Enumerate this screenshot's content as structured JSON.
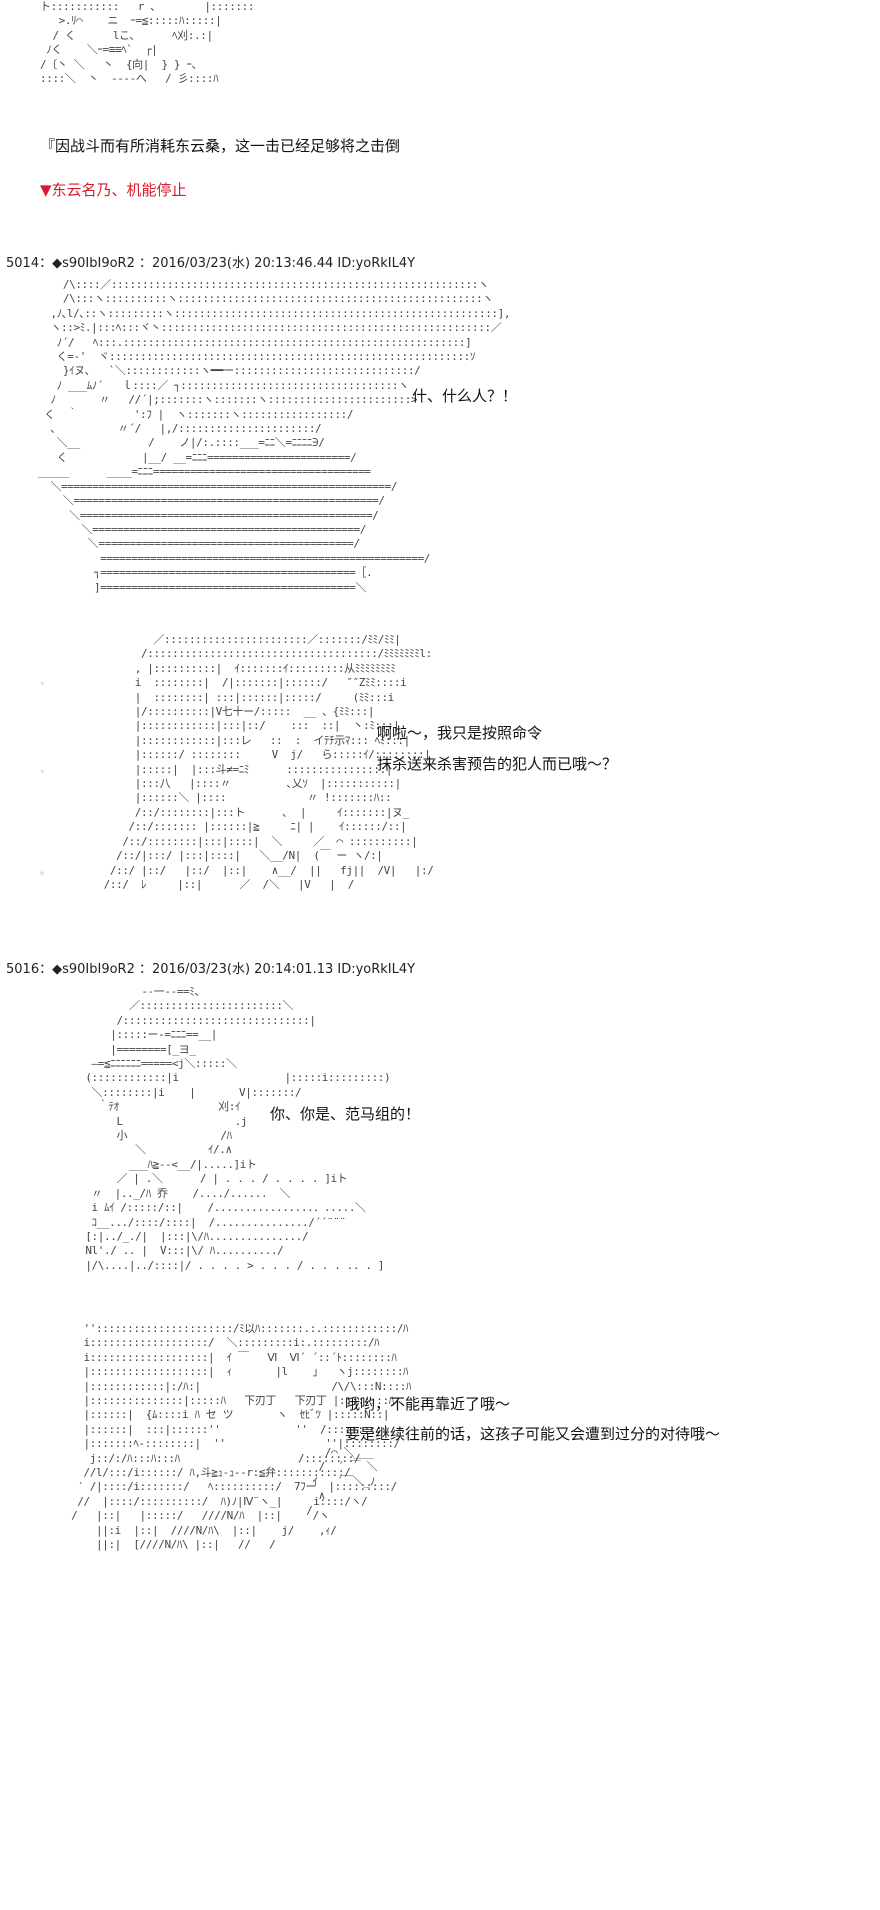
{
  "section0": {
    "art": "ト:::::::::::   r 、       |:::::::\n   >.ﾘ⌒    ニ  ｰ=≦:::::ﾊ:::::|\n  / く      lこ､      ﾍ刈:.:|\n ﾉく    ＼ｰ=≡≡ﾍ`  ┌|\n/〔丶 ＼   丶  {向|  } } ｰ、\n::::＼  丶  ‐‐‐‐へ   / 彡::::ﾊ",
    "narration": "『因战斗而有所消耗东云桑，这一击已经足够将之击倒",
    "status": "▼东云名乃、机能停止"
  },
  "post5014": {
    "header": "5014：◆s90IbI9oR2 ：2016/03/23(水) 20:13:46.44 ID:yoRkIL4Y",
    "art": "    /\\::::／:::::::::::::::::::::::::::::::::::::::::::::::::::::::::::ヽ\n    /\\:::ヽ::::::::::ヽ:::::::::::::::::::::::::::::::::::::::::::::::::ヽ\n  ,ﾉ､l/､::ヽ:::::::::ヽ::::::::::::::::::::::::::::::::::::::::::::::::::::],\n  ヽ::>ﾐ.|:::ﾍ:::ヾ丶:::::::::::::::::::::::::::::::::::::::::::::::::::::／\n   ﾉ´/   ﾍ:::.:::::::::::::::::::::::::::::::::::::::::::::::::::::::]\n   く=‐'  ヾ::::::::::::::::::::::::::::::::::::::::::::::::::::::::::ｿ\n    }ｲヌ､   `＼::::::::::::ヽ━━ー:::::::::::::::::::::::::::::/\n   ﾉ ___ﾑﾉ´   ｌ::::／ ┐:::::::::::::::::::::::::::::::::::ヽ\n  ﾉ       〃   //´|;:::::::ヽ:::::::ヽ:::::::::::::::::::::::>\n く  ｀         ':ﾌ |  ヽ:::::::ヽ:::::::::::::::::/\n  ､          〃´/   |,/::::::::::::::::::::::/\n   ＼__           /    ノ|/:.::::___=ﾆﾆ＼=ﾆﾆﾆﾆ∋/\n   く            |__/ __=ﾆﾆﾆ=======================/\n_____      ____=ﾆﾆﾆ===================================\n  ＼=====================================================/\n    ＼=================================================/\n     ＼===============================================/\n       ＼===========================================/\n        ＼=========================================/\n          ====================================================/\n         ┐=========================================［.\n         ]=========================================＼",
    "dialog": "什、什么人？！"
  },
  "art5014b": "           ／:::::::::::::::::::::::／:::::::/ﾐﾐ/ﾐﾐ|\n         /:::::::::::::::::::::::::::::::::::::/ﾐﾐﾐﾐﾐﾐﾐl:\n        , |::::::::::|  ｲ:::::::ｲ:::::::::从ﾐﾐﾐﾐﾐﾐﾐﾐ\n        i  ::::::::|  /|:::::::|::::::/   ″″Zﾐﾐ::::i\n        |  ::::::::| :::|::::::|:::::/     (ﾐﾐ:::i\n        |/::::::::::|V七十ー/:::::  __ 、{ﾐﾐ:::|\n        |::::::::::::|:::|::/    :::  ::|  丶:ﾐ:::|\n        |::::::::::::|:::レ   ::  :  イﾃﾁ示ﾏ::: ﾍﾐ:::|\n        |::::::/ ::::::::     V  j/   ら:::::ｲ/::::::::|\n        |:::::|  |:::斗≠=ﾆﾐ      ::::::::::::::::|\n        |:::八   |::::〃         ､乂ｿ  |:::::::::::|\n        |::::::＼ |::::             〃 !:::::::ﾊ::\n        /::/::::::::|:::ト      ､  |     ｲ:::::::|ヌ_\n       /::/::::::: |::::::|≧     ﾆ| |    ｲ::::::/::|\n      /::/::::::::|:::|::::|  ＼     ／  ⌒ ::::::::::|\n     /::/|:::/ |:::|::::|   ＼__/N|  (￣ ー ヽ/:|\n    /::/ |::/   |::/  |::|    ∧__/  ||   fj||  /V|   |:/\n   /::/  ﾚ     |::|      ／  /＼   |V   |  /",
  "art5014b_marks": [
    "、",
    "、",
    "。"
  ],
  "post5014_dialog2": [
    "啊啦～，我只是按照命令",
    "抹杀送来杀害预告的犯人而已哦～？"
  ],
  "post5016": {
    "header": "5016：◆s90IbI9oR2 ：2016/03/23(水) 20:14:01.13 ID:yoRkIL4Y",
    "art": "               ‐‐一‐‐==ﾐ、\n             ／:::::::::::::::::::::::＼\n           /::::::::::::::::::::::::::::::|\n          |:::::ー‐=ﾆﾆﾆ==__|\n          |========[_ヨ_\n       ―=≦ﾆﾆﾆﾆﾆﾆ=====<j＼:::::＼\n      (::::::::::::|i                 |:::::i:::::::::)\n       ＼::::::::|i    |       V|:::::::/\n        ｀ﾃｵ                刈:ｲ\n           L                  .j\n           小               /ﾊ\n              ＼          ｲ/.∧\n             ___ﾊ≧‐‐<__/|.....]iト\n           ／ | .＼      / | . . . / . . . . ]iト\n       〃  |.._/ﾊ 乔    /..../......  ＼\n       i ﾑｲ /:::::/::|    /................．.....＼\n       ｺ__.../::::/::::|  /.............../´´¨¨¨\n      [:|../_./|  |:::|\\/ﾊ.............../\n      Nl'./ .. |  V:::|\\/ ﾊ........../\n      |/\\....|../::::|/ . . . . > . . . / . . . .. . ]",
    "dialog": "你、你是、范马组的！"
  },
  "art5016b": "       ''::::::::::::::::::::::/ﾐ以ﾊ:::::::.:.::::::::::::/ﾊ\n       i:::::::::::::::::::/  ＼:::::::::i:.:::::::::/ﾊ\n       i:::::::::::::::::::|  ｲ ￣   Ⅵ  Ⅵ´ ´::´ﾄ::::::::ﾊ\n       |:::::::::::::::::::|  ｨ       |l    ｣   ヽj::::::::ﾊ\n       |::::::::::::|:/ﾊ:|                     /\\/\\:::N::::ﾊ\n       |:::::::::::::::|:::::ﾊ   下刃丁   下刃丁 |::::::::ﾊ\n       |::::::|  {ﾑ::::i ﾊ セ ツ       ヽ  ｾﾋﾞﾂ |:::::N::|\n       |::::::|  :::|::::::''            ''  /:::::::::|\n       |:::::::ﾍ-::::::::|  ''                ''|::::::::/\n        j::/:/ﾊ:::ﾊ:::ﾊ                   /::::::::/\n       //l/:::/i::::::/ ﾊ,斗≧ｭ‐ｭ-‐r:≦弁:::::::::::/\n      ′ /|::::/i:::::::/   ﾍ::::::::::/  7ﾌー  |:::::::::/\n      //  |::::/::::::::::/  ﾊ)ﾉ|Ⅳ¨ヽ_|     i::::/ヽ/\n     /   |::|   |:::::/   ////N/ﾊ  |::|     /ヽ\n         ||:i  |::|  ////N/ﾊ\\  |::|    j/    ,ｨ/\n         ||:|  [////N/ﾊ\\ |::|   //   /",
  "post5016_dialog2": [
    "哦哟，不能再靠近了哦～",
    "要是继续往前的话，这孩子可能又会遭到过分的对待哦～"
  ],
  "art5016b_right": "    /⌒ ＼___\n   /  ´ ￣ ＼\n  ｲ   ´￣＼_ﾉ\n   ∧\n /"
}
